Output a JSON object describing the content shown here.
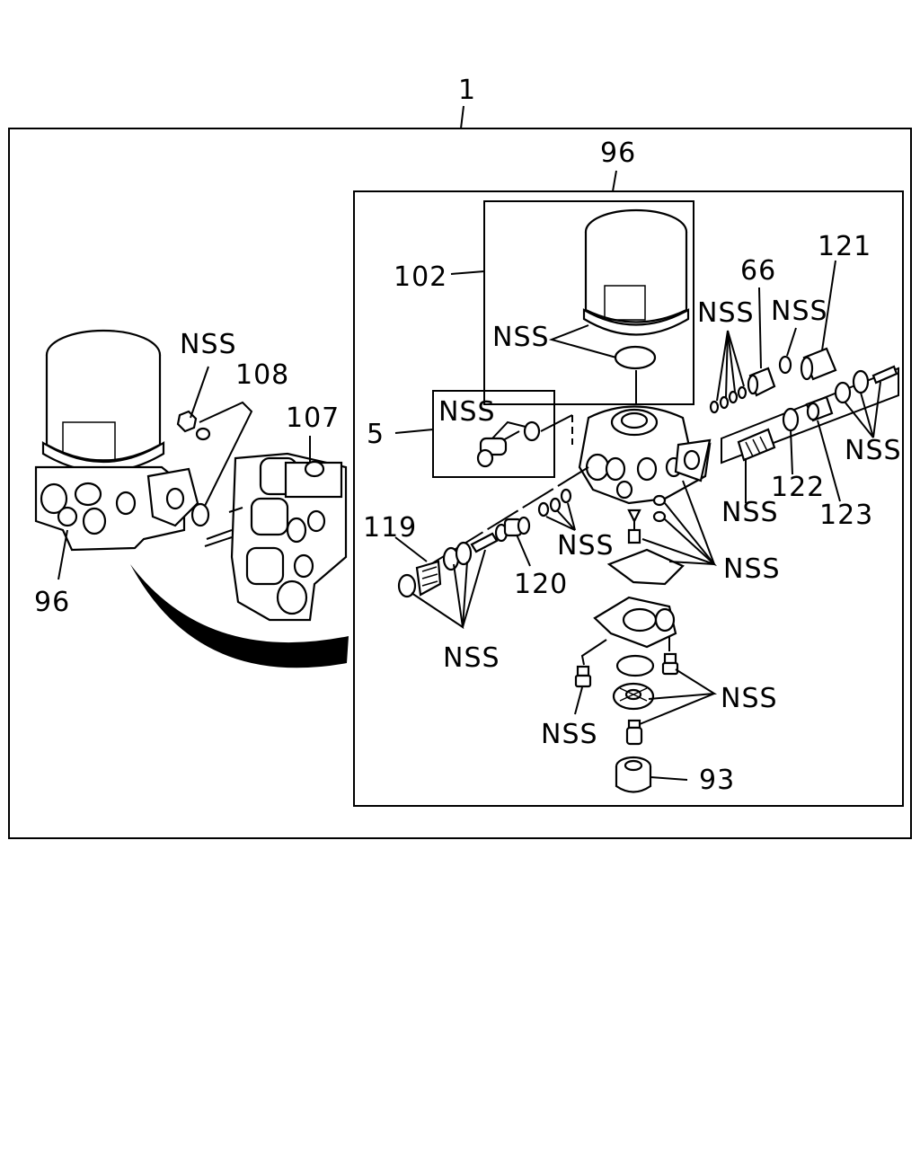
{
  "labels": {
    "assembly": "1",
    "kit": "96",
    "left_part": "96",
    "cartridge": "102",
    "valve": "5",
    "oring_108": "108",
    "unloader_107": "107",
    "spring_119": "119",
    "piston_120": "120",
    "part_66": "66",
    "part_121": "121",
    "part_122": "122",
    "part_123": "123",
    "heater_93": "93",
    "nss": "NSS"
  }
}
